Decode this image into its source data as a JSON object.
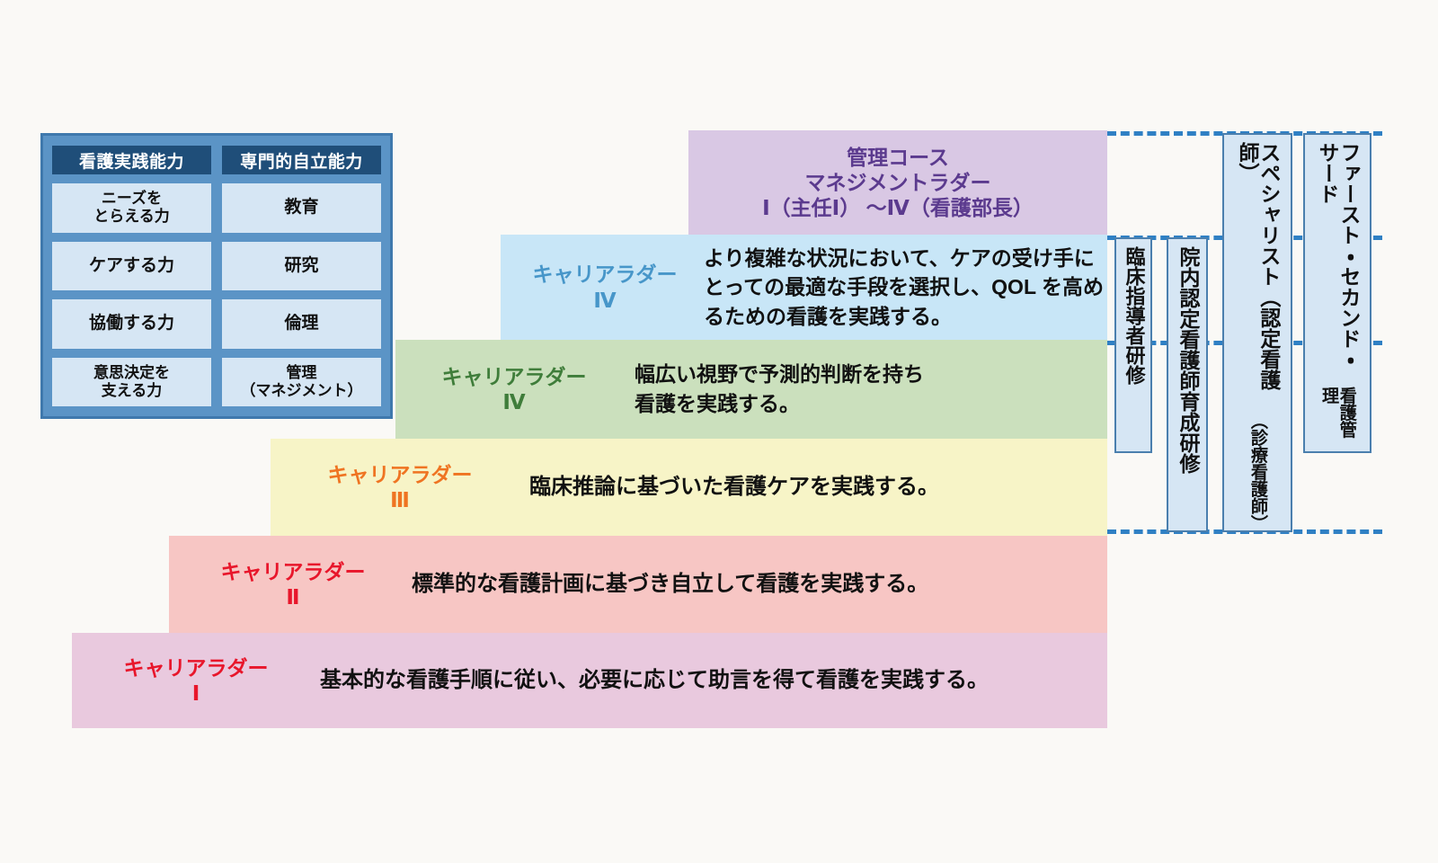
{
  "competency_panel": {
    "columns": [
      {
        "header": "看護実践能力",
        "cells": [
          "ニーズを\nとらえる力",
          "ケアする力",
          "協働する力",
          "意思決定を\n支える力"
        ]
      },
      {
        "header": "専門的自立能力",
        "cells": [
          "教育",
          "研究",
          "倫理",
          "管理\n（マネジメント）"
        ]
      }
    ],
    "colors": {
      "panel_bg": "#5b94c6",
      "header_bg": "#1f4e79",
      "cell_bg": "#d6e6f4"
    }
  },
  "steps": [
    {
      "id": "step-1",
      "label": "キャリアラダー",
      "numeral": "Ⅰ",
      "description": "基本的な看護手順に従い、必要に応じて助言を得て看護を実践する。",
      "bg": "#e9c9de",
      "label_color": "#e8162b"
    },
    {
      "id": "step-2",
      "label": "キャリアラダー",
      "numeral": "Ⅱ",
      "description": "標準的な看護計画に基づき自立して看護を実践する。",
      "bg": "#f7c6c4",
      "label_color": "#e8162b"
    },
    {
      "id": "step-3",
      "label": "キャリアラダー",
      "numeral": "Ⅲ",
      "description": "臨床推論に基づいた看護ケアを実践する。",
      "bg": "#f7f4c7",
      "label_color": "#ef7422"
    },
    {
      "id": "step-4",
      "label": "キャリアラダー",
      "numeral": "Ⅳ",
      "description": "幅広い視野で予測的判断を持ち\n看護を実践する。",
      "bg": "#cbe0bd",
      "label_color": "#3f7d3a"
    },
    {
      "id": "step-5",
      "label": "キャリアラダー",
      "numeral": "Ⅳ",
      "description": "より複雑な状況において、ケアの受け手にとっての最適な手段を選択し、QOL を高めるための看護を実践する。",
      "bg": "#c8e6f7",
      "label_color": "#4796c9"
    },
    {
      "id": "step-6",
      "title_line1": "管理コース",
      "title_line2": "マネジメントラダー",
      "title_line3": "Ⅰ（主任Ⅰ） ～Ⅳ（看護部長）",
      "bg": "#d9c8e4",
      "label_color": "#5b3a8e"
    }
  ],
  "vertical_boxes": [
    {
      "id": "vbox-clinical",
      "name": "clinical-instructor-training",
      "main": "臨床指導者研修",
      "sub": ""
    },
    {
      "id": "vbox-inhouse",
      "name": "in-house-certified-nurse-training",
      "main": "院内認定看護師育成研修",
      "sub": ""
    },
    {
      "id": "vbox-specialist",
      "name": "specialist",
      "main": "スペシャリスト（認定看護師）",
      "sub": "（診療看護師）"
    },
    {
      "id": "vbox-manager",
      "name": "nursing-management",
      "main": "ファースト・セカンド・サード",
      "sub": "看護管理"
    }
  ],
  "dashed_lines": {
    "color": "#2f80c4",
    "count": 4
  }
}
